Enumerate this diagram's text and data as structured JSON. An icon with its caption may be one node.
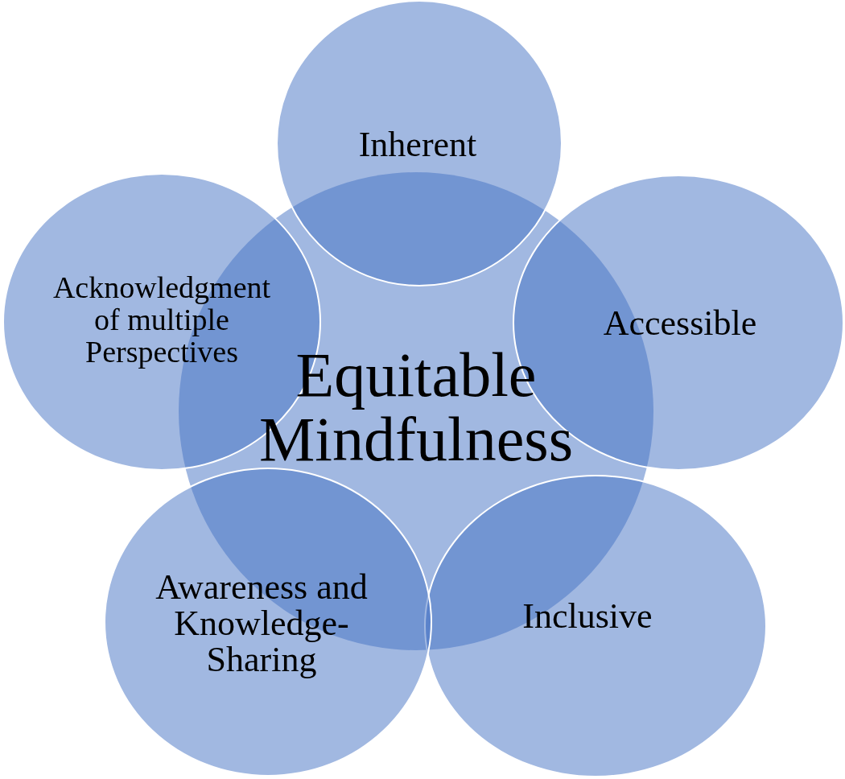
{
  "diagram": {
    "nodes": [
      {
        "text": [
          "Equitable Mindfulness"
        ]
      },
      {
        "text": [
          "Inherent"
        ]
      },
      {
        "text": [
          "Accessible"
        ]
      },
      {
        "text": [
          "Inclusive"
        ]
      },
      {
        "text": [
          "Awareness and Knowledge-Sharing"
        ]
      },
      {
        "text": [
          "Acknowledgment of multiple Perspectives"
        ]
      }
    ]
  }
}
